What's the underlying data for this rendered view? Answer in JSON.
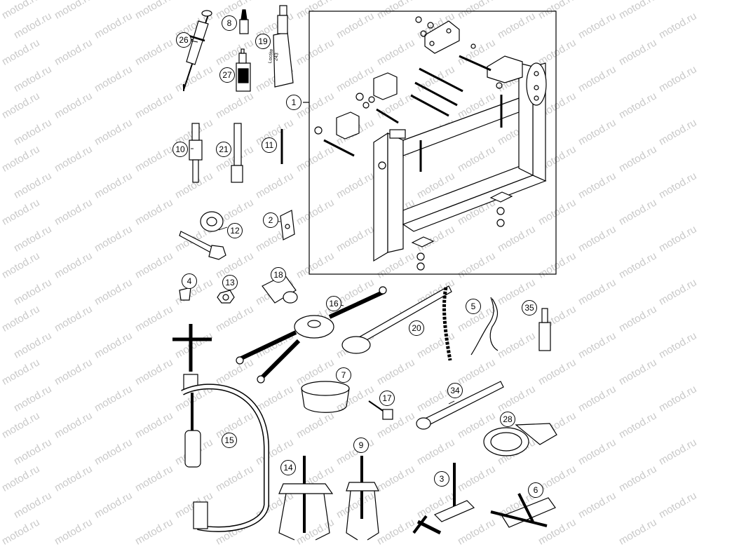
{
  "watermark": "motod.ru",
  "callouts": {
    "c1": "1",
    "c2": "2",
    "c3": "3",
    "c4": "4",
    "c5": "5",
    "c6": "6",
    "c7": "7",
    "c8": "8",
    "c9": "9",
    "c10": "10",
    "c11": "11",
    "c12": "12",
    "c13": "13",
    "c14": "14",
    "c15": "15",
    "c16": "16",
    "c17": "17",
    "c18": "18",
    "c19": "19",
    "c20": "20",
    "c21": "21",
    "c26": "26",
    "c27": "27",
    "c28": "28",
    "c34": "34",
    "c35": "35"
  },
  "tube_label_line1": "Loctite",
  "tube_label_line2": "243"
}
